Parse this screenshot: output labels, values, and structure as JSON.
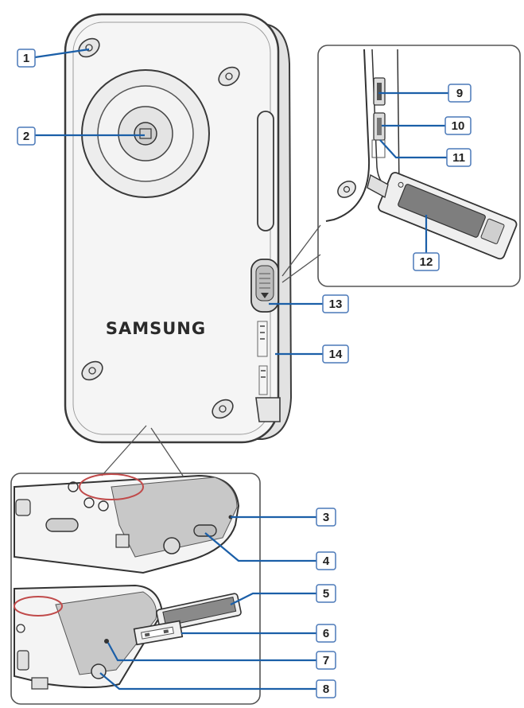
{
  "brand": "SAMSUNG",
  "callouts": [
    "1",
    "2",
    "3",
    "4",
    "5",
    "6",
    "7",
    "8",
    "9",
    "10",
    "11",
    "12",
    "13",
    "14"
  ],
  "colors": {
    "leader_line": "#1b5fa8",
    "callout_border": "#4a78b8",
    "outline": "#3a3a3a",
    "body_fill": "#f4f4f4",
    "inset_border": "#555555"
  }
}
